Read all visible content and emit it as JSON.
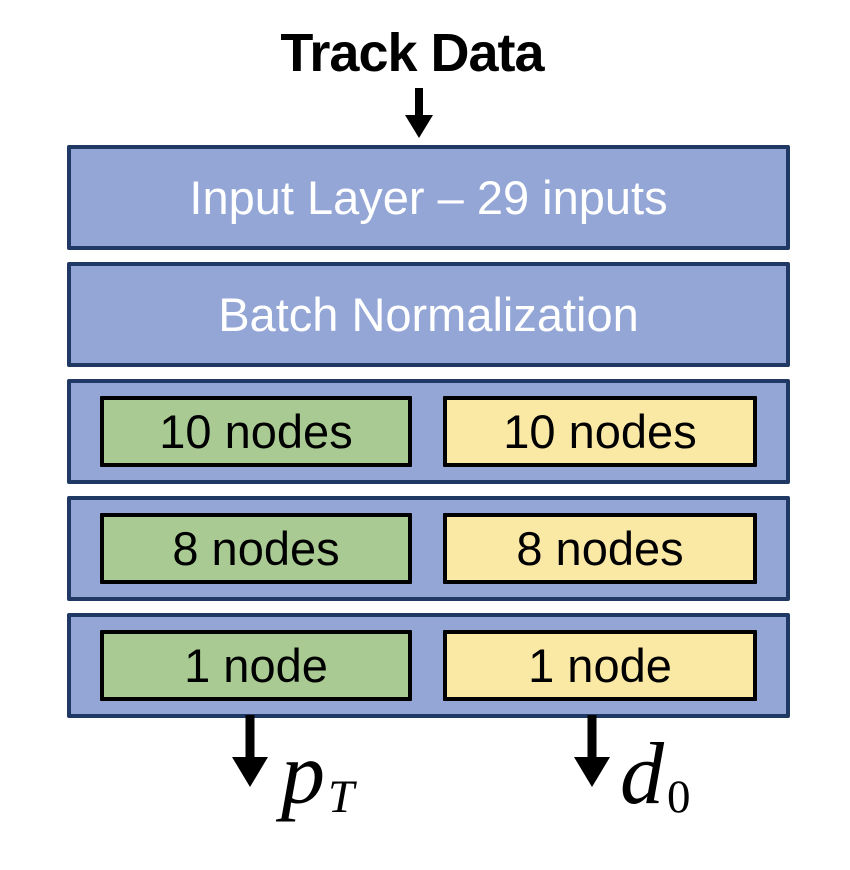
{
  "diagram": {
    "title": "Track Data",
    "layers": [
      {
        "type": "full",
        "label": "Input Layer – 29 inputs"
      },
      {
        "type": "full",
        "label": "Batch Normalization"
      },
      {
        "type": "split",
        "left": "10 nodes",
        "right": "10 nodes"
      },
      {
        "type": "split",
        "left": "8 nodes",
        "right": "8 nodes"
      },
      {
        "type": "split",
        "left": "1 node",
        "right": "1 node"
      }
    ],
    "outputs": [
      {
        "main": "p",
        "sub": "T"
      },
      {
        "main": "d",
        "sub": "0"
      }
    ],
    "colors": {
      "layer_fill": "#93A6D6",
      "layer_border": "#1F3864",
      "left_branch_fill": "#A9CB93",
      "right_branch_fill": "#FAE8A5",
      "inner_border": "#000000",
      "layer_text": "#FFFFFF",
      "node_text": "#000000",
      "arrow": "#000000",
      "background": "#FFFFFF"
    }
  }
}
